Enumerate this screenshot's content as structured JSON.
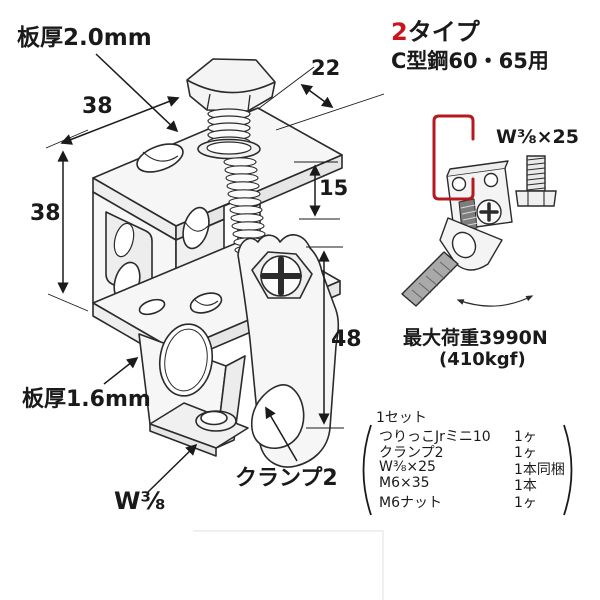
{
  "colors": {
    "accent_red": "#c8161e",
    "channel_red": "#b5191f",
    "line": "#2b2b2b"
  },
  "main_diagram": {
    "label_plate_thickness_top": "板厚2.0mm",
    "label_plate_thickness_bottom": "板厚1.6mm",
    "label_bolt_size": "W⅜",
    "label_clamp": "クランプ2",
    "dim_depth": "38",
    "dim_width": "22",
    "dim_height": "38",
    "dim_gap": "15",
    "dim_clamp_height": "48"
  },
  "side_panel": {
    "type_number": "2",
    "type_suffix": "タイプ",
    "subtitle": "C型鋼60・65用",
    "bolt_label": "W⅜×25",
    "max_load": "最大荷重3990N",
    "max_load_kgf": "(410kgf)",
    "set_title": "1セット",
    "set_items": [
      {
        "name": "つりっこJrミニ10",
        "qty": "1ヶ"
      },
      {
        "name": "クランプ2",
        "qty": "1ヶ"
      },
      {
        "name": "W⅜×25",
        "qty": "1本同梱"
      },
      {
        "name": "M6×35",
        "qty": "1本"
      },
      {
        "name": "M6ナット",
        "qty": "1ヶ"
      }
    ]
  }
}
